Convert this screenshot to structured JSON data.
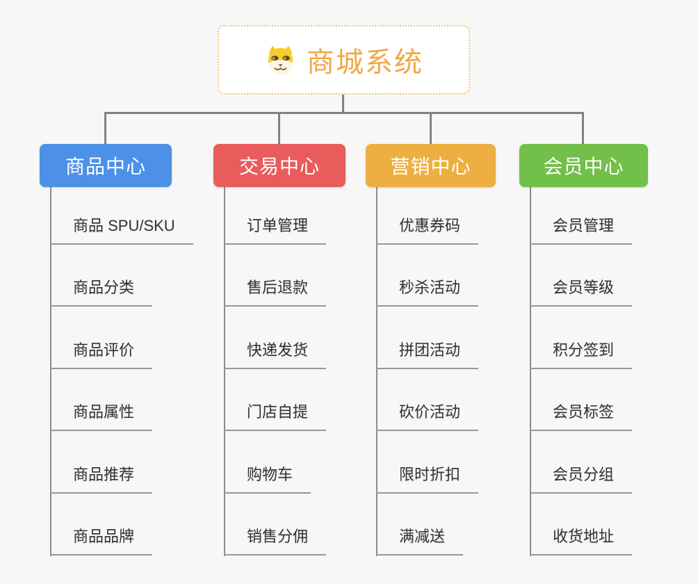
{
  "canvas": {
    "background_color": "#f7f7f7",
    "connector_color": "#818181",
    "leaf_line_color": "#979797",
    "leaf_text_color": "#333333"
  },
  "root": {
    "title": "商城系统",
    "icon": "dog-face-icon",
    "text_color": "#f0a845",
    "border_color": "#f2c36b"
  },
  "tree": {
    "branches": [
      {
        "label": "商品中心",
        "color": "#4c90e8",
        "children": [
          "商品 SPU/SKU",
          "商品分类",
          "商品评价",
          "商品属性",
          "商品推荐",
          "商品品牌"
        ]
      },
      {
        "label": "交易中心",
        "color": "#e85c5c",
        "children": [
          "订单管理",
          "售后退款",
          "快递发货",
          "门店自提",
          "购物车",
          "销售分佣"
        ]
      },
      {
        "label": "营销中心",
        "color": "#edaf42",
        "children": [
          "优惠券码",
          "秒杀活动",
          "拼团活动",
          "砍价活动",
          "限时折扣",
          "满减送"
        ]
      },
      {
        "label": "会员中心",
        "color": "#72bf4a",
        "children": [
          "会员管理",
          "会员等级",
          "积分签到",
          "会员标签",
          "会员分组",
          "收货地址"
        ]
      }
    ]
  }
}
